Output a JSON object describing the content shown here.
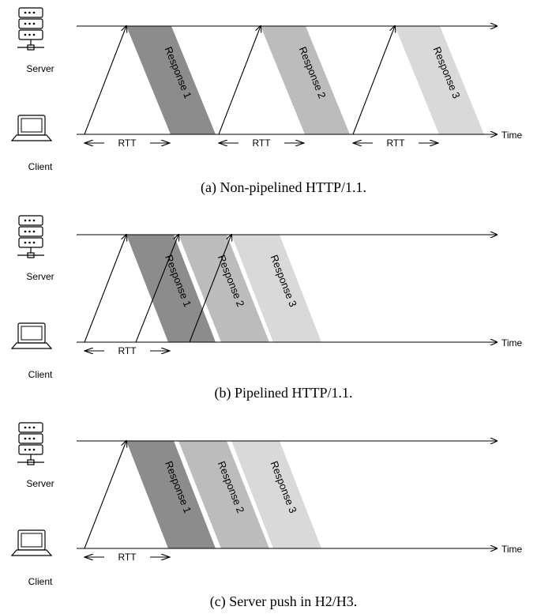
{
  "labels": {
    "server": "Server",
    "client": "Client",
    "time": "Time",
    "rtt": "RTT"
  },
  "colors": {
    "dark": "#8c8c8c",
    "medium": "#bcbcbc",
    "light": "#d9d9d9"
  },
  "panels": [
    {
      "caption": "(a) Non-pipelined HTTP/1.1.",
      "responses": [
        {
          "label": "Response 1",
          "shade": "dark"
        },
        {
          "label": "Response 2",
          "shade": "medium"
        },
        {
          "label": "Response 3",
          "shade": "light"
        }
      ],
      "rtt_count": 3
    },
    {
      "caption": "(b) Pipelined HTTP/1.1.",
      "responses": [
        {
          "label": "Response 1",
          "shade": "dark"
        },
        {
          "label": "Response 2",
          "shade": "medium"
        },
        {
          "label": "Response 3",
          "shade": "light"
        }
      ],
      "rtt_count": 1
    },
    {
      "caption": "(c) Server push in H2/H3.",
      "responses": [
        {
          "label": "Response 1",
          "shade": "dark"
        },
        {
          "label": "Response 2",
          "shade": "medium"
        },
        {
          "label": "Response 3",
          "shade": "light"
        }
      ],
      "rtt_count": 1
    }
  ]
}
